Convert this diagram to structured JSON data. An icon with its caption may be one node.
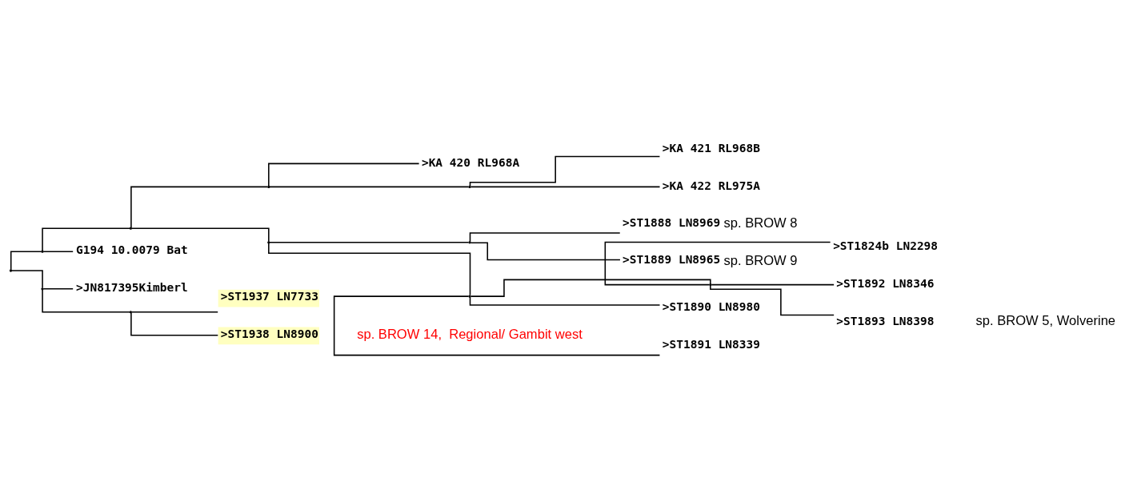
{
  "diagram": {
    "nodes": [
      {
        "text": [],
        "shape": "point"
      },
      {
        "text": [],
        "shape": "point"
      },
      {
        "text": [],
        "shape": "point"
      },
      {
        "text": [],
        "shape": "point"
      },
      {
        "text": [
          ">KA 420 RL968A"
        ]
      },
      {
        "text": [],
        "shape": "point"
      },
      {
        "text": [
          ">KA 421 RL968B"
        ]
      },
      {
        "text": [
          ">KA 422 RL975A"
        ]
      },
      {
        "text": [],
        "shape": "point"
      },
      {
        "text": [],
        "shape": "point"
      },
      {
        "text": [
          ">ST1888 LN8969"
        ],
        "beside": [
          "sp. BROW 8"
        ]
      },
      {
        "text": [
          ">ST1889 LN8965"
        ],
        "beside": [
          "sp. BROW 9"
        ]
      },
      {
        "text": [],
        "shape": "point"
      },
      {
        "text": [],
        "shape": "point"
      },
      {
        "text": [
          ">ST1824b LN2298"
        ]
      },
      {
        "text": [
          ">ST1892 LN8346"
        ]
      },
      {
        "text": [
          ">ST1893 LN8398"
        ]
      },
      {
        "text": [
          ">ST1890 LN8980"
        ]
      },
      {
        "text": [
          ">ST1891 LN8339"
        ]
      },
      {
        "text": [
          "G194 10.0079 Bat"
        ]
      },
      {
        "text": [],
        "shape": "point"
      },
      {
        "text": [
          ">JN817395Kimberl"
        ]
      },
      {
        "text": [],
        "shape": "point"
      },
      {
        "text": [
          ">ST1937 LN7733"
        ]
      },
      {
        "text": [
          ">ST1938 LN8900"
        ]
      }
    ],
    "edges": [
      {
        "from": 0,
        "to": 1,
        "arrow": "none"
      },
      {
        "from": 0,
        "to": 20,
        "arrow": "none"
      },
      {
        "from": 1,
        "to": 2,
        "arrow": "none"
      },
      {
        "from": 1,
        "to": 19,
        "arrow": "none"
      },
      {
        "from": 2,
        "to": 3,
        "arrow": "none"
      },
      {
        "from": 2,
        "to": 8,
        "arrow": "none"
      },
      {
        "from": 3,
        "to": 4,
        "arrow": "none"
      },
      {
        "from": 3,
        "to": 5,
        "arrow": "none"
      },
      {
        "from": 5,
        "to": 6,
        "arrow": "none"
      },
      {
        "from": 5,
        "to": 7,
        "arrow": "none"
      },
      {
        "from": 8,
        "to": 9,
        "arrow": "none"
      },
      {
        "from": 8,
        "to": 12,
        "arrow": "none"
      },
      {
        "from": 9,
        "to": 10,
        "arrow": "none"
      },
      {
        "from": 9,
        "to": 11,
        "arrow": "none"
      },
      {
        "from": 12,
        "to": 13,
        "arrow": "none"
      },
      {
        "from": 12,
        "to": 17,
        "arrow": "none"
      },
      {
        "from": 12,
        "to": 18,
        "arrow": "none"
      },
      {
        "from": 13,
        "to": 14,
        "arrow": "none"
      },
      {
        "from": 13,
        "to": 15,
        "arrow": "none"
      },
      {
        "from": 13,
        "to": 16,
        "arrow": "none"
      },
      {
        "from": 20,
        "to": 21,
        "arrow": "none"
      },
      {
        "from": 20,
        "to": 22,
        "arrow": "none"
      },
      {
        "from": 22,
        "to": 23,
        "arrow": "none"
      },
      {
        "from": 22,
        "to": 24,
        "arrow": "none"
      }
    ],
    "labels": [
      "sp. BROW 5, Wolverine",
      "sp. BROW 14,  Regional/ Gambit west"
    ]
  }
}
